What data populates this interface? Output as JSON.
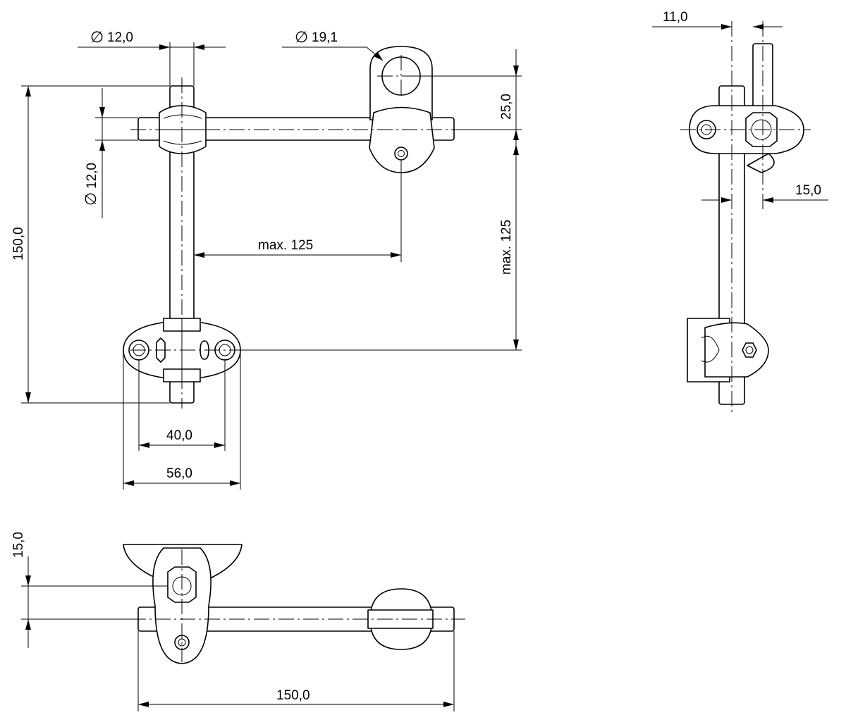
{
  "dimensions": {
    "top_dia_rod": "12,0",
    "top_dia_clamp": "19,1",
    "side_dia_rod": "12,0",
    "height_total": "150,0",
    "clamp_height": "25,0",
    "max_vertical": "max. 125",
    "max_horizontal": "max. 125",
    "bolt_spacing": "40,0",
    "base_width": "56,0",
    "side_offset_top": "11,0",
    "side_offset_mid": "15,0",
    "bottom_offset": "15,0",
    "bottom_length": "150,0"
  },
  "symbols": {
    "diameter": "∅"
  }
}
